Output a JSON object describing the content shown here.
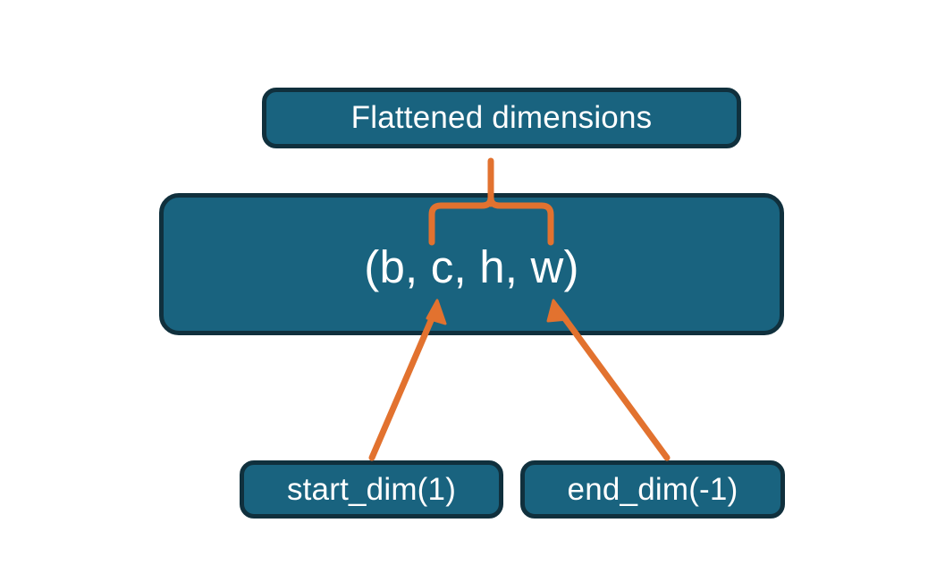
{
  "diagram": {
    "title_node": {
      "label": "Flattened dimensions"
    },
    "shape_node": {
      "label": "(b, c, h, w)",
      "dims": [
        "b",
        "c",
        "h",
        "w"
      ]
    },
    "arg_nodes": [
      {
        "label": "start_dim(1)",
        "points_to_dim": "c"
      },
      {
        "label": "end_dim(-1)",
        "points_to_dim": "w"
      }
    ],
    "connectors": {
      "brace": {
        "name": "curly-brace",
        "spans_dims": [
          "c",
          "h",
          "w"
        ],
        "links_to": "Flattened dimensions"
      },
      "arrows": [
        {
          "name": "arrow-start-dim",
          "from": "start_dim(1)",
          "to": "c"
        },
        {
          "name": "arrow-end-dim",
          "from": "end_dim(-1)",
          "to": "w"
        }
      ]
    }
  },
  "colors": {
    "node_fill": "#19637F",
    "node_border": "#10303D",
    "node_text": "#FFFFFF",
    "accent": "#E2722F",
    "background": "#FFFFFF"
  }
}
